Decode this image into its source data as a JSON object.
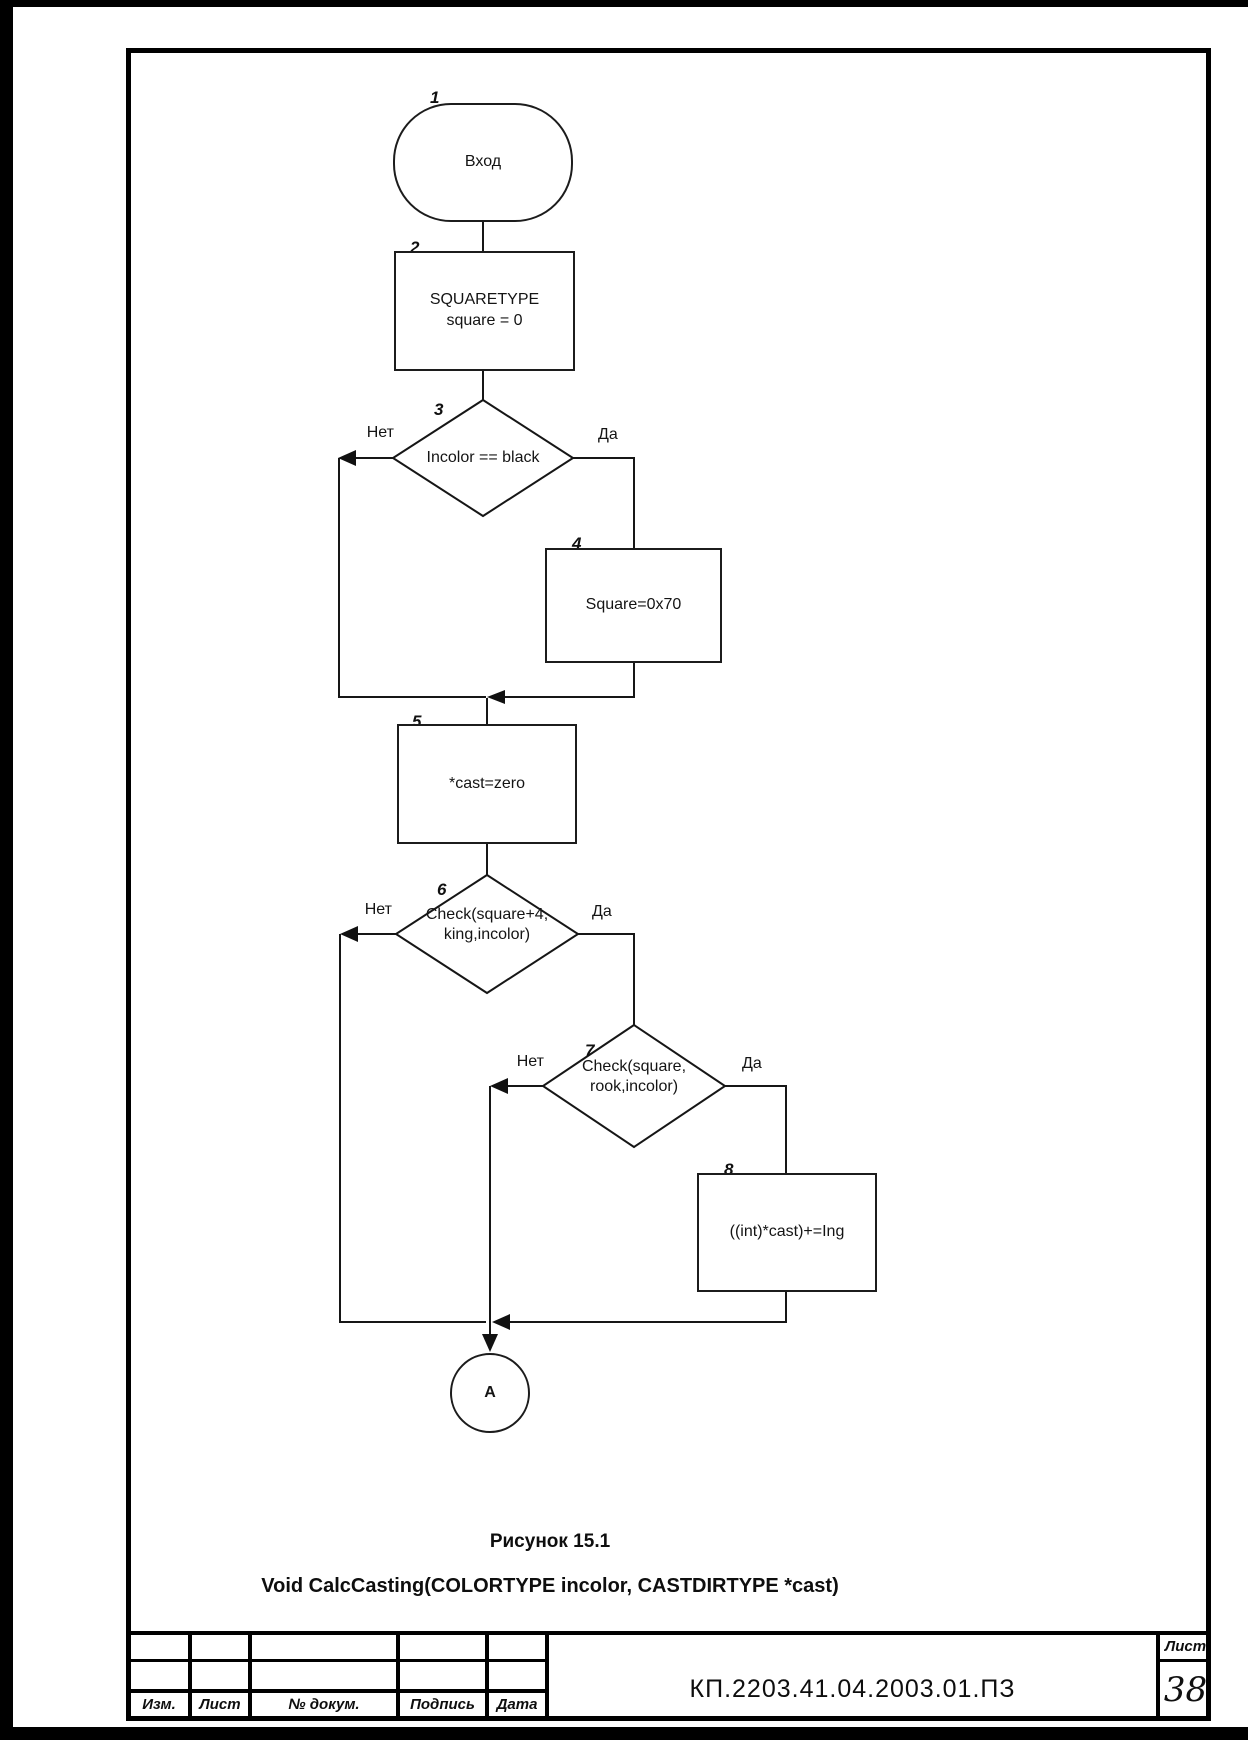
{
  "colors": {
    "ink": "#161616",
    "paper": "#ffffff"
  },
  "captions": {
    "figure": "Рисунок 15.1",
    "signature": "Void CalcCasting(COLORTYPE incolor, CASTDIRTYPE *cast)"
  },
  "flowchart": {
    "branch_yes": "Да",
    "branch_no": "Нет",
    "nodes": {
      "start": {
        "num": "1",
        "label": "Вход"
      },
      "declare": {
        "num": "2",
        "line1": "SQUARETYPE",
        "line2": "square = 0"
      },
      "check_color": {
        "num": "3",
        "label": "Incolor == black"
      },
      "set_square": {
        "num": "4",
        "label": "Square=0x70"
      },
      "zero_cast": {
        "num": "5",
        "label": "*cast=zero"
      },
      "check_king": {
        "num": "6",
        "line1": "Check(square+4,",
        "line2": "king,incolor)"
      },
      "check_rook": {
        "num": "7",
        "line1": "Check(square,",
        "line2": "rook,incolor)"
      },
      "add_cast": {
        "num": "8",
        "label": "((int)*cast)+=Ing"
      },
      "connector": {
        "label": "A"
      }
    }
  },
  "title_block": {
    "doc_number": "КП.2203.41.04.2003.01.ПЗ",
    "sheet_label": "Лист",
    "sheet_number": "38",
    "columns": [
      "Изм.",
      "Лист",
      "№ докум.",
      "Подпись",
      "Дата"
    ]
  }
}
